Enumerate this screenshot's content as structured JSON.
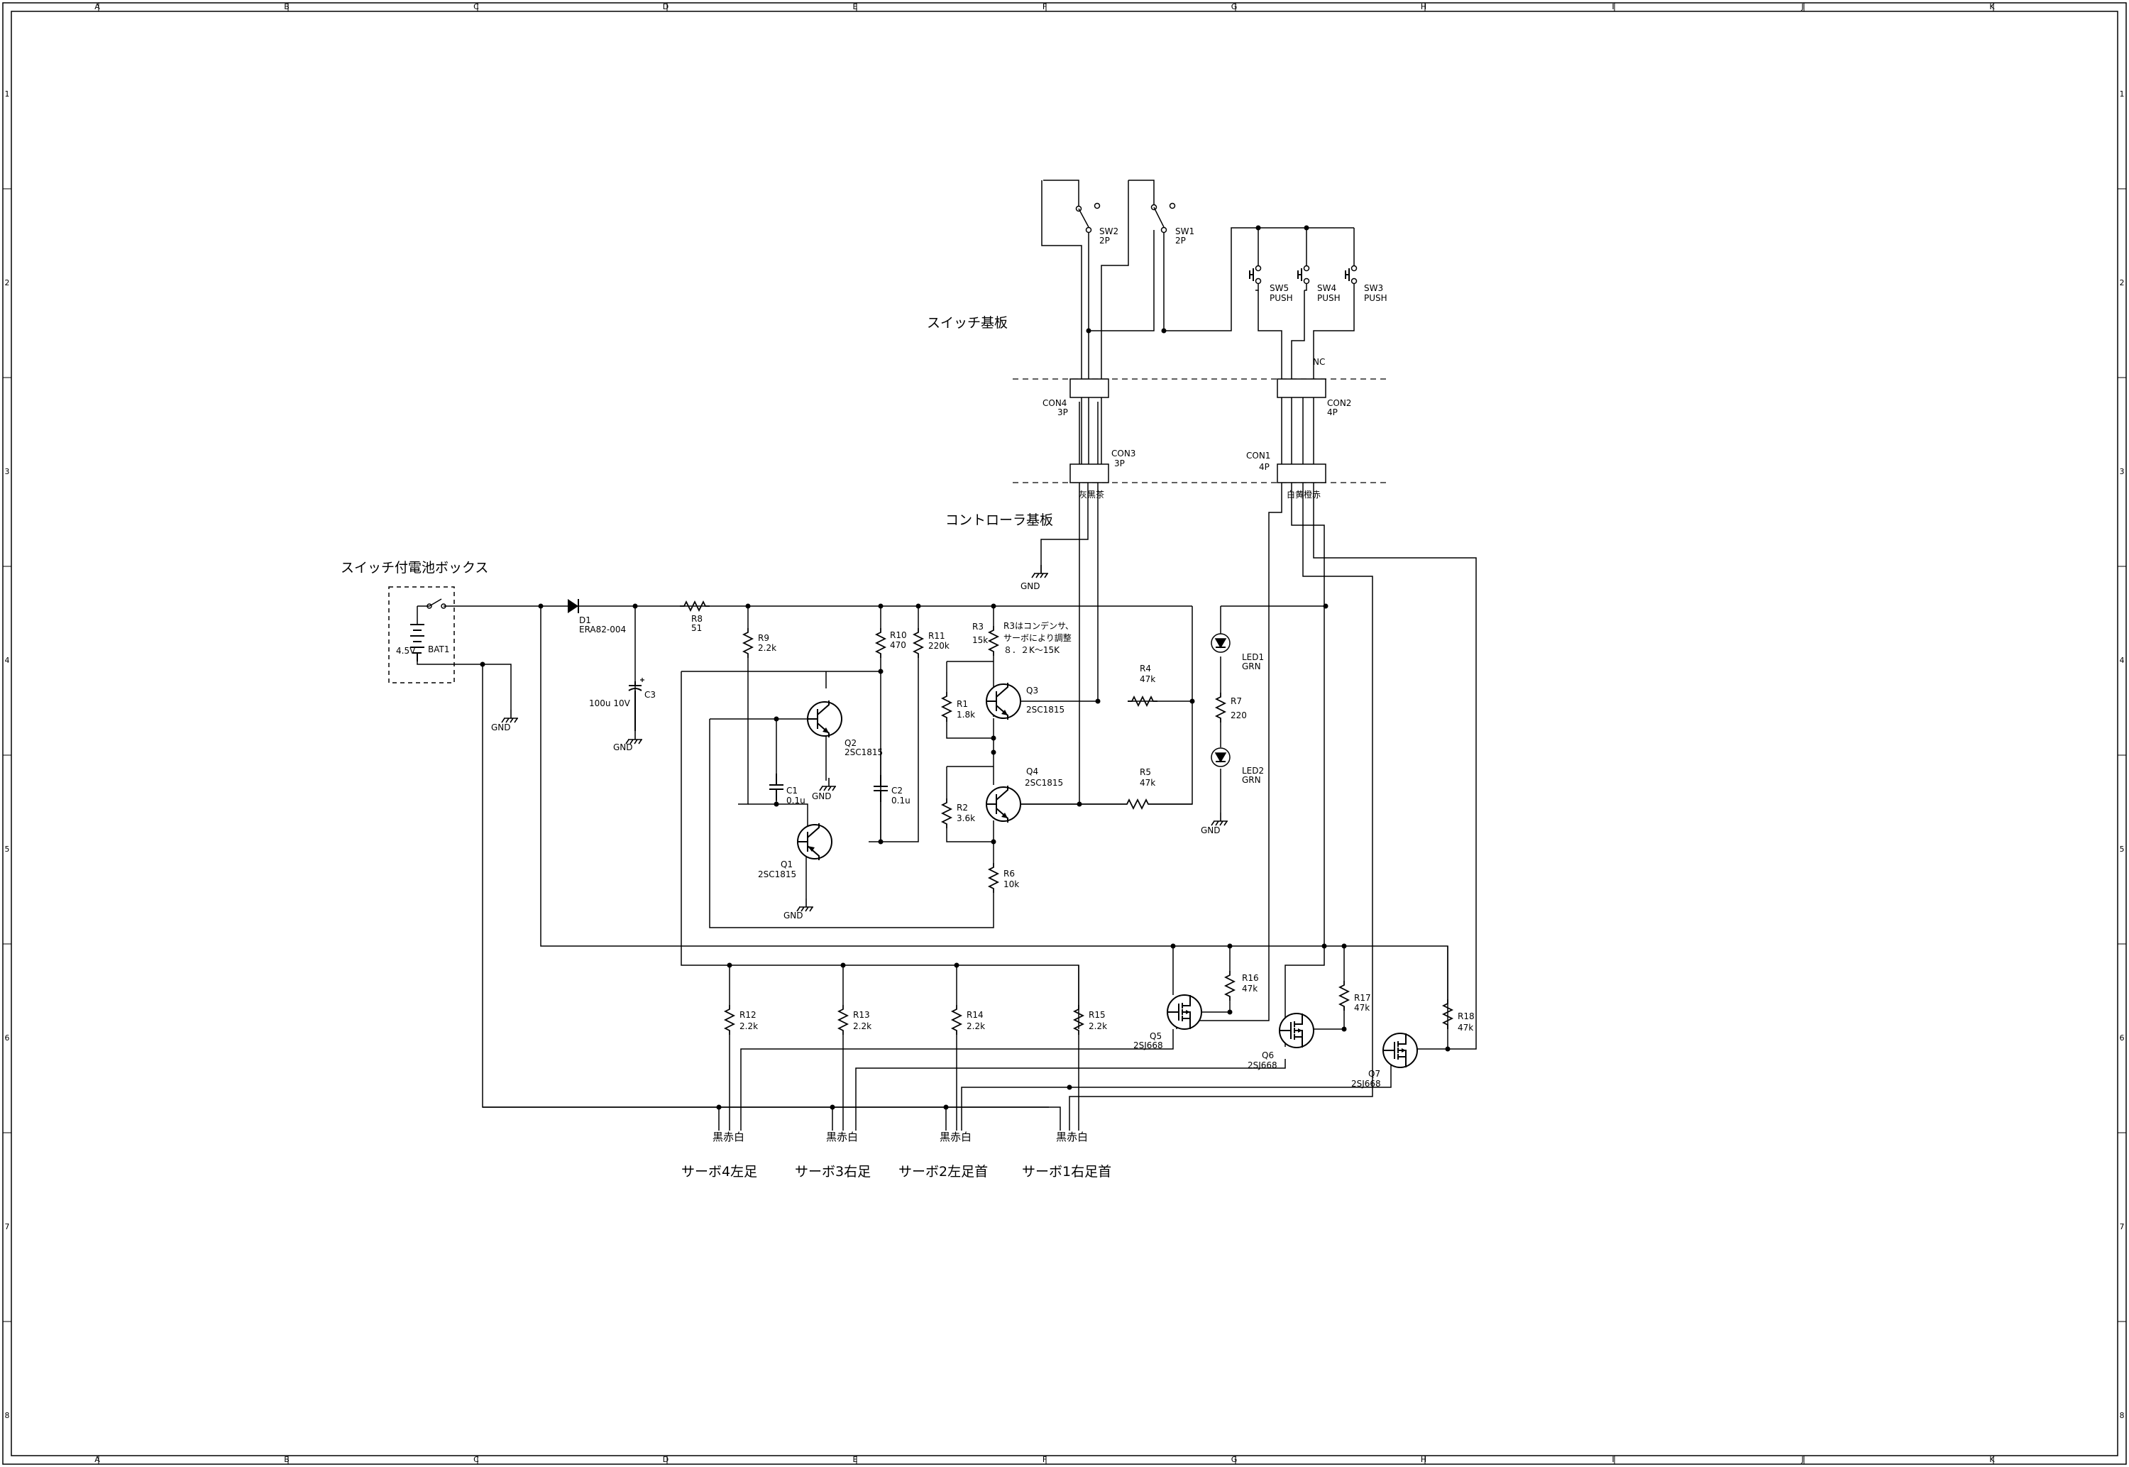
{
  "frame": {
    "columns": [
      "A",
      "B",
      "C",
      "D",
      "E",
      "F",
      "G",
      "H",
      "I",
      "J",
      "K"
    ],
    "rows": [
      "1",
      "2",
      "3",
      "4",
      "5",
      "6",
      "7",
      "8"
    ]
  },
  "titles": {
    "switch_board": "スイッチ基板",
    "controller_board": "コントローラ基板",
    "battery_box": "スイッチ付電池ボックス",
    "nc": "NC"
  },
  "components": {
    "bat1": {
      "ref": "BAT1",
      "value": "4.5V"
    },
    "d1": {
      "ref": "D1",
      "value": "ERA82-004"
    },
    "r8": {
      "ref": "R8",
      "value": "51"
    },
    "c3": {
      "ref": "C3",
      "value": "100u 10V"
    },
    "r9": {
      "ref": "R9",
      "value": "2.2k"
    },
    "r10": {
      "ref": "R10",
      "value": "470"
    },
    "r11": {
      "ref": "R11",
      "value": "220k"
    },
    "r3": {
      "ref": "R3",
      "value": "15k"
    },
    "r3_note": [
      "R3はコンデンサ、",
      "サーボにより調整",
      "８．２K～15K"
    ],
    "q3": {
      "ref": "Q3",
      "value": "2SC1815"
    },
    "r1": {
      "ref": "R1",
      "value": "1.8k"
    },
    "r4": {
      "ref": "R4",
      "value": "47k"
    },
    "q2": {
      "ref": "Q2",
      "value": "2SC1815"
    },
    "c1": {
      "ref": "C1",
      "value": "0.1u"
    },
    "c2": {
      "ref": "C2",
      "value": "0.1u"
    },
    "q4": {
      "ref": "Q4",
      "value": "2SC1815"
    },
    "r2": {
      "ref": "R2",
      "value": "3.6k"
    },
    "r5": {
      "ref": "R5",
      "value": "47k"
    },
    "q1": {
      "ref": "Q1",
      "value": "2SC1815"
    },
    "r6": {
      "ref": "R6",
      "value": "10k"
    },
    "led1": {
      "ref": "LED1",
      "value": "GRN"
    },
    "r7": {
      "ref": "R7",
      "value": "220"
    },
    "led2": {
      "ref": "LED2",
      "value": "GRN"
    },
    "sw1": {
      "ref": "SW1",
      "value": "2P"
    },
    "sw2": {
      "ref": "SW2",
      "value": "2P"
    },
    "sw3": {
      "ref": "SW3",
      "value": "PUSH"
    },
    "sw4": {
      "ref": "SW4",
      "value": "PUSH"
    },
    "sw5": {
      "ref": "SW5",
      "value": "PUSH"
    },
    "con1": {
      "ref": "CON1",
      "value": "4P"
    },
    "con2": {
      "ref": "CON2",
      "value": "4P"
    },
    "con3": {
      "ref": "CON3",
      "value": "3P"
    },
    "con4": {
      "ref": "CON4",
      "value": "3P"
    },
    "r12": {
      "ref": "R12",
      "value": "2.2k"
    },
    "r13": {
      "ref": "R13",
      "value": "2.2k"
    },
    "r14": {
      "ref": "R14",
      "value": "2.2k"
    },
    "r15": {
      "ref": "R15",
      "value": "2.2k"
    },
    "r16": {
      "ref": "R16",
      "value": "47k"
    },
    "r17": {
      "ref": "R17",
      "value": "47k"
    },
    "r18": {
      "ref": "R18",
      "value": "47k"
    },
    "q5": {
      "ref": "Q5",
      "value": "2SJ668"
    },
    "q6": {
      "ref": "Q6",
      "value": "2SJ668"
    },
    "q7": {
      "ref": "Q7",
      "value": "2SJ668"
    }
  },
  "gnd_label": "GND",
  "wire_colors": {
    "con3_colors": "灰黒茶",
    "con1_colors": "白黄橙赤",
    "servo_colors": "黒赤白"
  },
  "servos": {
    "servo4": "サーボ4左足",
    "servo3": "サーボ3右足",
    "servo2": "サーボ2左足首",
    "servo1": "サーボ1右足首"
  }
}
